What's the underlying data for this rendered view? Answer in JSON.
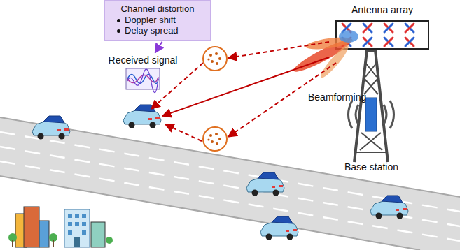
{
  "diagram": {
    "nodes": [
      {
        "text": [
          "Channel distortion",
          "Doppler shift",
          "Delay spread"
        ]
      },
      {
        "text": [
          "Received signal"
        ]
      },
      {
        "text": [
          "Antenna array"
        ]
      }
    ],
    "edges": [
      {
        "from": 0,
        "to": 1,
        "arrow": "to"
      }
    ],
    "labels": [
      "Beamforming",
      "Base station"
    ]
  }
}
